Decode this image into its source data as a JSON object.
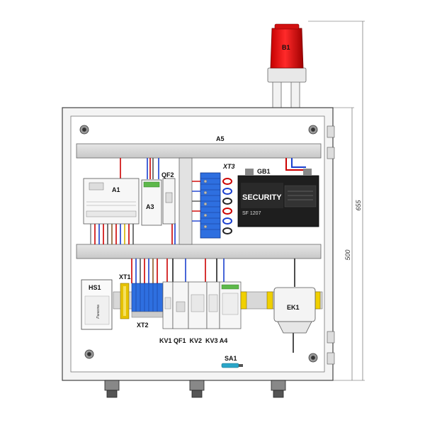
{
  "labels": {
    "beacon": "B1",
    "rail_top": "A5",
    "module_a1": "A1",
    "module_a3": "A3",
    "breaker_qf2": "QF2",
    "terminal_xt3": "XT3",
    "battery_gb1": "GB1",
    "hs1": "HS1",
    "xt1": "XT1",
    "xt2": "XT2",
    "ek1": "EK1",
    "bottom_row": "KV1 QF1  KV2  KV3 A4",
    "sa1": "SA1"
  },
  "dimensions": {
    "width_dim": "500",
    "height_dim": "655"
  },
  "battery": {
    "brand": "SECURITY",
    "model": "SF 1207"
  },
  "hs1_text": "Paнелка"
}
